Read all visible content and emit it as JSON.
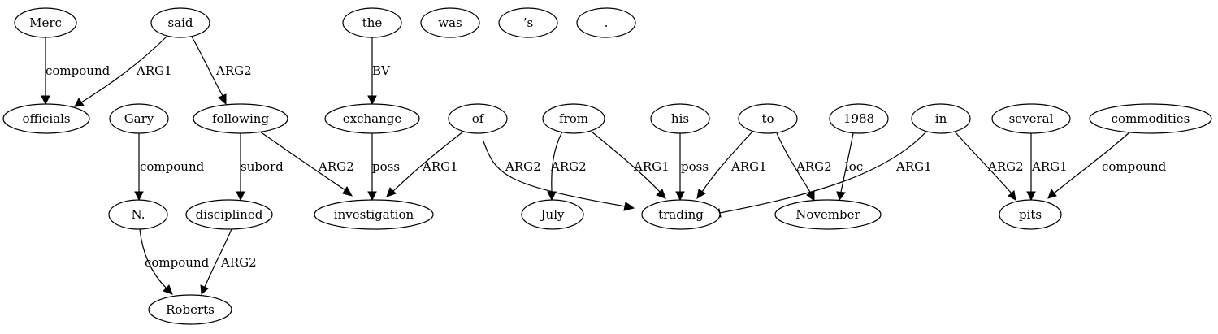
{
  "nodes": [
    {
      "id": "merc",
      "label": "Merc"
    },
    {
      "id": "said",
      "label": "said"
    },
    {
      "id": "the",
      "label": "the"
    },
    {
      "id": "was",
      "label": "was"
    },
    {
      "id": "apos_s",
      "label": "’s"
    },
    {
      "id": "period",
      "label": "."
    },
    {
      "id": "officials",
      "label": "officials"
    },
    {
      "id": "gary",
      "label": "Gary"
    },
    {
      "id": "following",
      "label": "following"
    },
    {
      "id": "exchange",
      "label": "exchange"
    },
    {
      "id": "of",
      "label": "of"
    },
    {
      "id": "from",
      "label": "from"
    },
    {
      "id": "his",
      "label": "his"
    },
    {
      "id": "to",
      "label": "to"
    },
    {
      "id": "y1988",
      "label": "1988"
    },
    {
      "id": "in",
      "label": "in"
    },
    {
      "id": "several",
      "label": "several"
    },
    {
      "id": "commodities",
      "label": "commodities"
    },
    {
      "id": "n_initial",
      "label": "N."
    },
    {
      "id": "disciplined",
      "label": "disciplined"
    },
    {
      "id": "investigation",
      "label": "investigation"
    },
    {
      "id": "july",
      "label": "July"
    },
    {
      "id": "trading",
      "label": "trading"
    },
    {
      "id": "november",
      "label": "November"
    },
    {
      "id": "pits",
      "label": "pits"
    },
    {
      "id": "roberts",
      "label": "Roberts"
    }
  ],
  "edges": [
    {
      "from": "merc",
      "to": "officials",
      "label": "compound"
    },
    {
      "from": "said",
      "to": "officials",
      "label": "ARG1"
    },
    {
      "from": "said",
      "to": "following",
      "label": "ARG2"
    },
    {
      "from": "the",
      "to": "exchange",
      "label": "BV"
    },
    {
      "from": "gary",
      "to": "n_initial",
      "label": "compound"
    },
    {
      "from": "following",
      "to": "disciplined",
      "label": "subord"
    },
    {
      "from": "following",
      "to": "investigation",
      "label": "ARG2"
    },
    {
      "from": "exchange",
      "to": "investigation",
      "label": "poss"
    },
    {
      "from": "of",
      "to": "investigation",
      "label": "ARG1"
    },
    {
      "from": "of",
      "to": "trading",
      "label": "ARG2"
    },
    {
      "from": "from",
      "to": "july",
      "label": "ARG2"
    },
    {
      "from": "from",
      "to": "trading",
      "label": "ARG1"
    },
    {
      "from": "his",
      "to": "trading",
      "label": "poss"
    },
    {
      "from": "to",
      "to": "trading",
      "label": "ARG1"
    },
    {
      "from": "to",
      "to": "november",
      "label": "ARG2"
    },
    {
      "from": "y1988",
      "to": "november",
      "label": "loc"
    },
    {
      "from": "in",
      "to": "trading",
      "label": "ARG1"
    },
    {
      "from": "in",
      "to": "pits",
      "label": "ARG2"
    },
    {
      "from": "several",
      "to": "pits",
      "label": "ARG1"
    },
    {
      "from": "commodities",
      "to": "pits",
      "label": "compound"
    },
    {
      "from": "n_initial",
      "to": "roberts",
      "label": "compound"
    },
    {
      "from": "disciplined",
      "to": "roberts",
      "label": "ARG2"
    }
  ]
}
